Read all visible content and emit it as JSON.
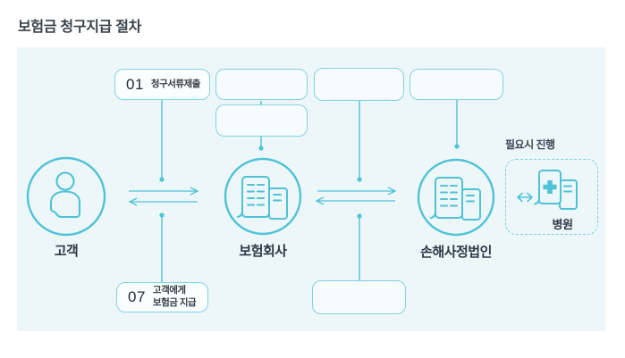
{
  "title": "보험금 청구지급 절차",
  "colors": {
    "teal": "#4fc2d6",
    "box_border": "#82d2df",
    "panel_bg": "#edf7f9",
    "text_dark": "#2c3845"
  },
  "steps": {
    "step1": {
      "number": "01",
      "label": "청구서류제출"
    },
    "step7": {
      "number": "07",
      "label": "고객에게\n보험금 지급"
    }
  },
  "nodes": {
    "customer": {
      "label": "고객",
      "icon": "person-icon"
    },
    "insurer": {
      "label": "보험회사",
      "icon": "documents-icon"
    },
    "adjuster": {
      "label": "손해사정법인",
      "icon": "documents-icon"
    },
    "hospital": {
      "label": "병원",
      "note": "필요시 진행",
      "icon": "hospital-card-icon"
    }
  }
}
